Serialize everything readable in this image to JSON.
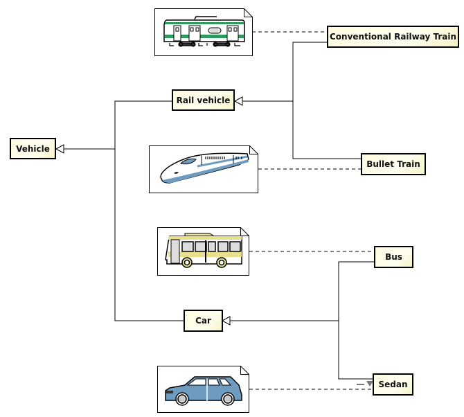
{
  "diagram": {
    "type": "class-inheritance",
    "classes": {
      "vehicle": "Vehicle",
      "rail_vehicle": "Rail vehicle",
      "conventional_railway_train": "Conventional Railway Train",
      "bullet_train": "Bullet Train",
      "car": "Car",
      "bus": "Bus",
      "sedan": "Sedan"
    },
    "generalizations": [
      {
        "child": "Rail vehicle",
        "parent": "Vehicle"
      },
      {
        "child": "Car",
        "parent": "Vehicle"
      },
      {
        "child": "Conventional Railway Train",
        "parent": "Rail vehicle"
      },
      {
        "child": "Bullet Train",
        "parent": "Rail vehicle"
      },
      {
        "child": "Bus",
        "parent": "Car"
      },
      {
        "child": "Sedan",
        "parent": "Car"
      }
    ],
    "image_notes": [
      {
        "attached_to": "Conventional Railway Train",
        "icon": "commuter-train-image"
      },
      {
        "attached_to": "Bullet Train",
        "icon": "bullet-train-image"
      },
      {
        "attached_to": "Bus",
        "icon": "bus-image"
      },
      {
        "attached_to": "Sedan",
        "icon": "car-image"
      }
    ],
    "colors": {
      "class_fill": "#fffbe0",
      "line": "#000000",
      "train_green": "#2e9a5e",
      "bus_yellow": "#e8df8c",
      "vehicle_blue": "#6e9cc0"
    }
  }
}
